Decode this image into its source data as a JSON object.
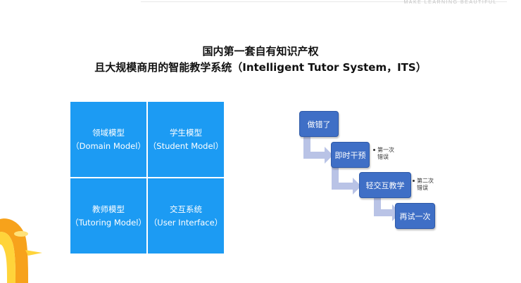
{
  "header": {
    "tagline": "MAKE LEARNING BEAUTIFUL"
  },
  "title": {
    "line1": "国内第一套自有知识产权",
    "line2": "且大规模商用的智能教学系统（Intelligent Tutor System，ITS）"
  },
  "models": [
    {
      "name": "领域模型",
      "sub": "（Domain Model）"
    },
    {
      "name": "学生模型",
      "sub": "（Student Model）"
    },
    {
      "name": "教师模型",
      "sub": "（Tutoring Model）"
    },
    {
      "name": "交互系统",
      "sub": "（User Interface）"
    }
  ],
  "flow": {
    "steps": [
      "做错了",
      "即时干预",
      "轻交互教学",
      "再试一次"
    ],
    "notes": [
      {
        "line1": "第一次",
        "line2": "错误"
      },
      {
        "line1": "第二次",
        "line2": "错误"
      }
    ]
  },
  "colors": {
    "grid_blue": "#1c9bf3",
    "step_blue": "#3f6fc6",
    "arrow": "#b9c3e6",
    "deco_orange": "#f7a21b",
    "deco_yellow": "#ffd43a"
  }
}
